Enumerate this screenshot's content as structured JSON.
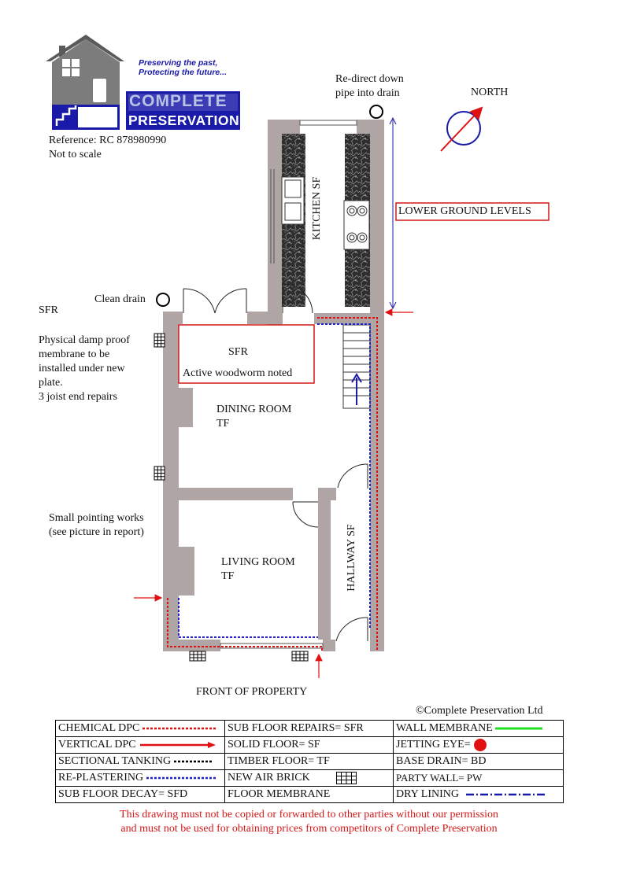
{
  "logo": {
    "tagline_line1": "Preserving the past,",
    "tagline_line2": "Protecting the future...",
    "brand_top": "COMPLETE",
    "brand_bottom": "PRESERVATION"
  },
  "reference": "Reference: RC 878980990",
  "scale_note": "Not to scale",
  "north_label": "NORTH",
  "notes": {
    "redirect_line1": "Re-direct down",
    "redirect_line2": "pipe into drain",
    "clean_drain": "Clean drain",
    "sfr": "SFR",
    "membrane_line1": "Physical damp proof",
    "membrane_line2": "membrane to be",
    "membrane_line3": "installed under new",
    "membrane_line4": "plate.",
    "membrane_line5": "3 joist end repairs",
    "pointing_line1": "Small pointing works",
    "pointing_line2": "(see picture in report)",
    "lower_ground": "LOWER GROUND LEVELS",
    "front": "FRONT OF PROPERTY"
  },
  "rooms": {
    "kitchen": "KITCHEN  SF",
    "sfr_box_title": "SFR",
    "sfr_box_note": "Active woodworm noted",
    "dining_line1": "DINING ROOM",
    "dining_line2": "TF",
    "living_line1": "LIVING ROOM",
    "living_line2": "TF",
    "hallway": "HALLWAY  SF"
  },
  "copyright": "Complete Preservation Ltd",
  "legend": [
    [
      "CHEMICAL DPC",
      "SUB FLOOR REPAIRS= SFR",
      "WALL MEMBRANE"
    ],
    [
      "VERTICAL DPC",
      "SOLID FLOOR=  SF",
      "JETTING EYE="
    ],
    [
      "SECTIONAL TANKING",
      "TIMBER FLOOR= TF",
      "BASE DRAIN= BD"
    ],
    [
      "RE-PLASTERING",
      "NEW AIR BRICK",
      "PARTY WALL= PW"
    ],
    [
      "SUB FLOOR DECAY= SFD",
      "FLOOR MEMBRANE",
      "DRY LINING"
    ]
  ],
  "disclaimer_line1": "This drawing must not be copied or forwarded to other parties without our permission",
  "disclaimer_line2": "and must not be used for obtaining prices from competitors of Complete Preservation",
  "colors": {
    "wall": "#b0a5a5",
    "chemical_dpc": "#e01010",
    "replastering": "#2222cc",
    "wall_membrane": "#1ee01e",
    "jetting_eye": "#e01010",
    "dry_lining": "#1a1aa8",
    "disclaimer": "#d41818"
  }
}
